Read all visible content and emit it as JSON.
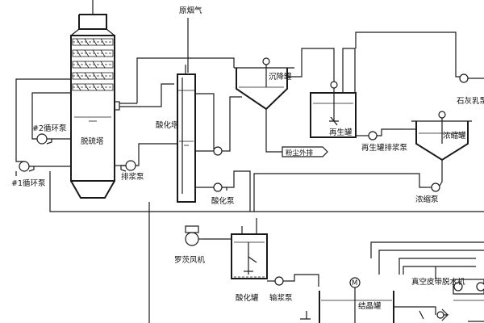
{
  "labels": {
    "raw_flue_gas": "原烟气",
    "desulfurization_tower": "脱硫塔",
    "oxidation_tower": "酸化塔",
    "sedimentation_tank": "沉降罐",
    "regeneration_tank": "再生罐",
    "thickening_tank": "浓缩罐",
    "recirc_pump_2": "#2循环泵",
    "recirc_pump_1": "#1循环泵",
    "discharge_pump": "排浆泵",
    "oxidation_pump": "酸化泵",
    "regen_discharge_pump": "再生罐排浆泵",
    "thickening_pump": "浓缩泵",
    "dust_outside": "粉尘外排",
    "limestone_slurry": "石灰乳泵",
    "roots_blower": "罗茨风机",
    "acidification_tank": "酸化罐",
    "transfer_pump": "输浆泵",
    "crystallization_tank": "结晶罐",
    "vacuum_belt_filter": "真空皮带脱水机",
    "motor_symbol": "M"
  }
}
